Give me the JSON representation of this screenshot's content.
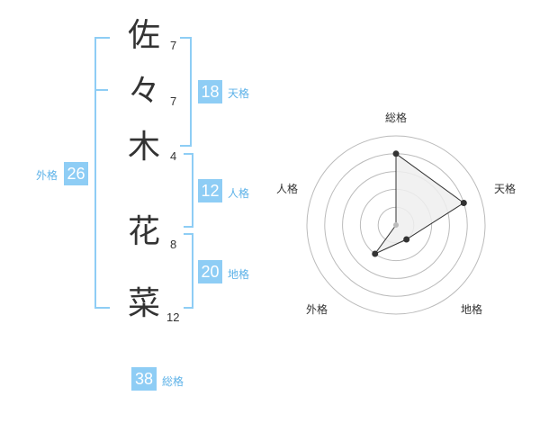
{
  "name_chars": [
    {
      "char": "佐",
      "strokes": "7"
    },
    {
      "char": "々",
      "strokes": "7"
    },
    {
      "char": "木",
      "strokes": "4"
    },
    {
      "char": "花",
      "strokes": "8"
    },
    {
      "char": "菜",
      "strokes": "12"
    }
  ],
  "fortunes": {
    "tenkaku": {
      "value": "18",
      "label": "天格"
    },
    "jinkaku": {
      "value": "12",
      "label": "人格"
    },
    "chikaku": {
      "value": "20",
      "label": "地格"
    },
    "gaikaku": {
      "value": "26",
      "label": "外格"
    },
    "soukaku": {
      "value": "38",
      "label": "総格"
    }
  },
  "chart_data": {
    "type": "radar",
    "axes": [
      "総格",
      "天格",
      "地格",
      "外格",
      "人格"
    ],
    "values": [
      4,
      4,
      1,
      2,
      0
    ],
    "rmax": 5,
    "rings": 5,
    "colors": {
      "fill": "#efefef",
      "stroke": "#333333",
      "grid": "#bbbbbb",
      "center": "#bbbbbb"
    }
  }
}
